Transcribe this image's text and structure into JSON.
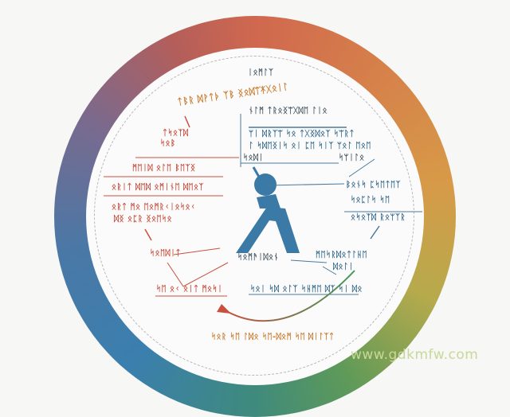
{
  "diagram": {
    "title_top": "ᛁᛟᛗᛚᛉ",
    "arc_title": "ᛏᛒᚱ ᛞᚹᛏᚦ ᛉᛒ ᛝᛟᛞᛠᛡᚷᛟᛁᛚ",
    "center_label": "ᛋᛟᛗᚫᛁᛞᛟᚾ",
    "center_icon": "person-triangle-figure",
    "labels": {
      "top_right_1": "ᚾᛚᛗ ᛏᚱᛟᛝᛠᚷᛞᛖ ᛚᛁᛟ",
      "top_right_2a": "ᛘᛁ ᛞᚱᛉᛠ ᛋᛟ ᛏᚷᛝᛞᛟᛉ ᛋᛠᚱᛏ",
      "top_right_2b": "ᛚ ᛋᛞᛖᛝᛁᛋ ᛟᛁ ᛈᛖ ᛋᛁᛉ ᛘᛟᛚ ᛖᛟᛖ",
      "top_right_3a": "ᛋᛟᛞᛁ",
      "top_right_3b": "ᛋᛘᛁᛚᛟ",
      "right_1": "ᛒᛟᚾᛋ ᛈᛋᛖᛏᛖᛉ",
      "right_2": "ᛋᛟᛈᛚᛋ ᛋᛖ",
      "right_3": "ᛟᛋᛟᛉᛞ ᚱᛟᛘᛉᚱ",
      "left_1a": "ᛏᛋᛟᛉᛞ",
      "left_1b": "ᛋᛟᛒ",
      "left_2": "ᛗᛖᛁᛞ ᛟᛚᛖ ᛒᛖᛉᛝ",
      "left_3": "ᛟᚱᛁᛏ ᛞᛖᛞ ᛟᛗᛁᚾᛖ ᛞᛖᛟᛉ",
      "left_4a": "ᛟᚱᛏ ᛗᛟ ᛖᛟᛗᚱᚲᛁᛟᛋᛟᚲ",
      "left_4b": "ᛞᛝ ᛟᛈᚱ ᛝᛟᛖᛋᛟ",
      "left_5": "ᛋᛟᛖᛞᛁᛏ",
      "bottom_left": "ᛋᛖ ᛟᚲ ᛟᛁᛏ ᛗᛟᛋᛁ",
      "bottom_right_1": "ᛗᛖᛋᚱᛞᛟᛏᛚᚺᛖ",
      "bottom_right_2": "ᛞᛟᛚᛁ",
      "bottom_mid": "ᛋᛟᛁ ᛋᛞ ᛟᛚᛉ ᛋᚺᛗᛖ ᛞᛉ ᛋᛁ ᛞᛟ",
      "bottom": "ᛋᛟᚱ ᛋᛖ ᛚᛞᛟ ᛋᛖ-ᛞᛟᛗ ᛋᛖ ᛞᛁᛚᛉᛏ"
    },
    "ring_colors": [
      "#d0684f",
      "#d79a48",
      "#5f9a58",
      "#3a7fae",
      "#7a6a8e"
    ],
    "watermark": "www.gdkmfw.com"
  }
}
